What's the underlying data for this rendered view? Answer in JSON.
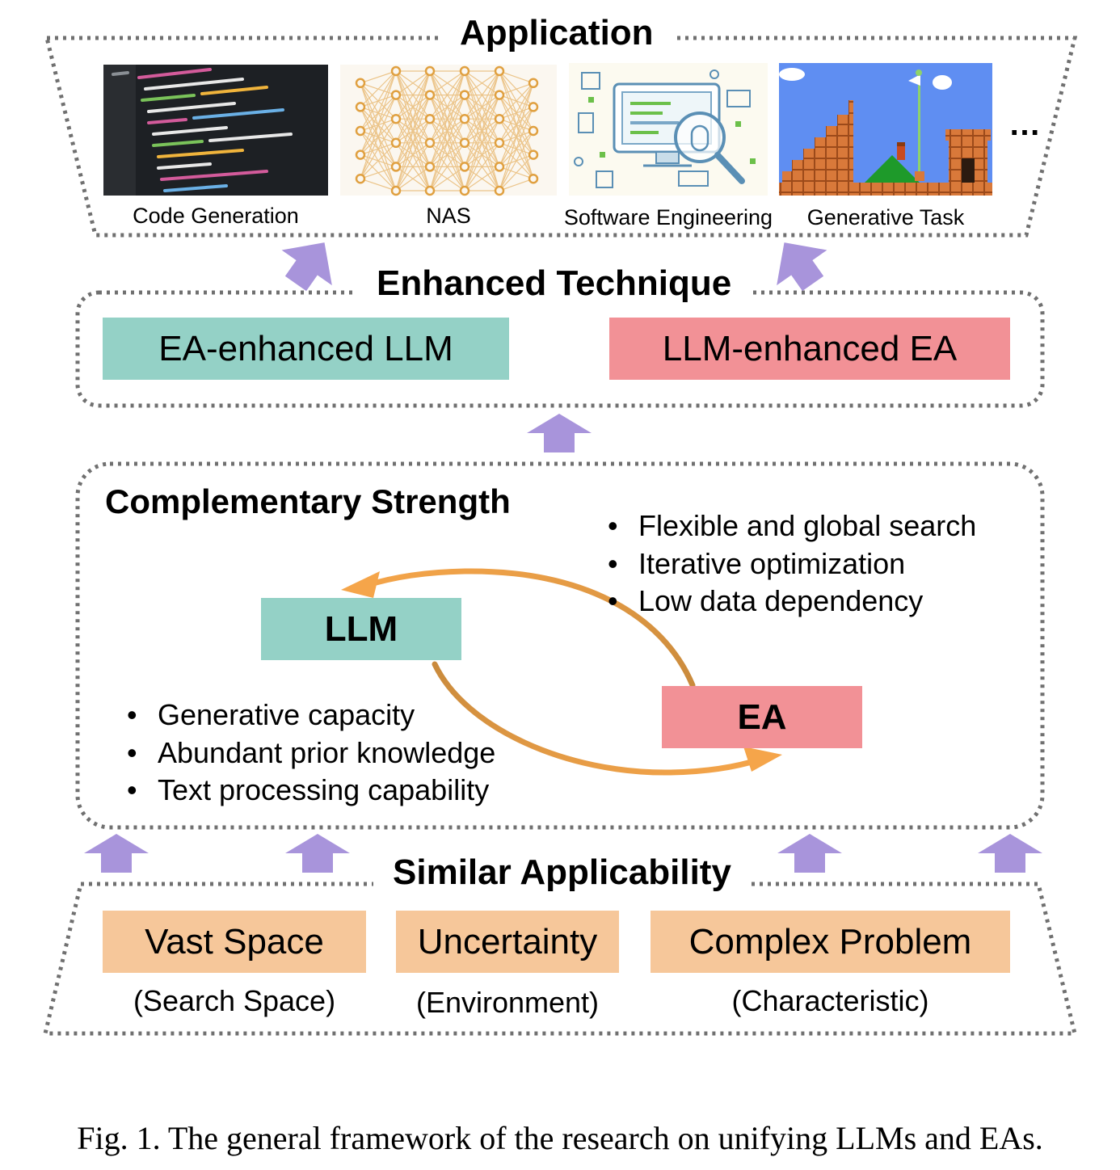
{
  "application": {
    "title": "Application",
    "items": [
      {
        "label": "Code Generation",
        "icon": "code-screen-image"
      },
      {
        "label": "NAS",
        "icon": "neural-network-image"
      },
      {
        "label": "Software Engineering",
        "icon": "computer-magnifier-image"
      },
      {
        "label": "Generative Task",
        "icon": "platform-game-level-image"
      }
    ],
    "ellipsis": "…"
  },
  "enhanced_technique": {
    "title": "Enhanced Technique",
    "left_box": "EA-enhanced LLM",
    "right_box": "LLM-enhanced EA"
  },
  "complementary_strength": {
    "title": "Complementary Strength",
    "llm_label": "LLM",
    "ea_label": "EA",
    "ea_bullets": [
      "Flexible and global search",
      "Iterative optimization",
      "Low data dependency"
    ],
    "llm_bullets": [
      "Generative capacity",
      "Abundant prior knowledge",
      "Text processing capability"
    ]
  },
  "similar_applicability": {
    "title": "Similar Applicability",
    "items": [
      {
        "label": "Vast Space",
        "sub": "(Search Space)"
      },
      {
        "label": "Uncertainty",
        "sub": "(Environment)"
      },
      {
        "label": "Complex Problem",
        "sub": "(Characteristic)"
      }
    ]
  },
  "caption": "Fig. 1.  The general framework of the research on unifying LLMs and EAs.",
  "colors": {
    "teal": "#94d1c6",
    "pink": "#f29196",
    "orange": "#f6c79a",
    "arrow_purple": "#a894db",
    "curve_arrow": "#e8a050",
    "dotted_border": "#707070"
  }
}
